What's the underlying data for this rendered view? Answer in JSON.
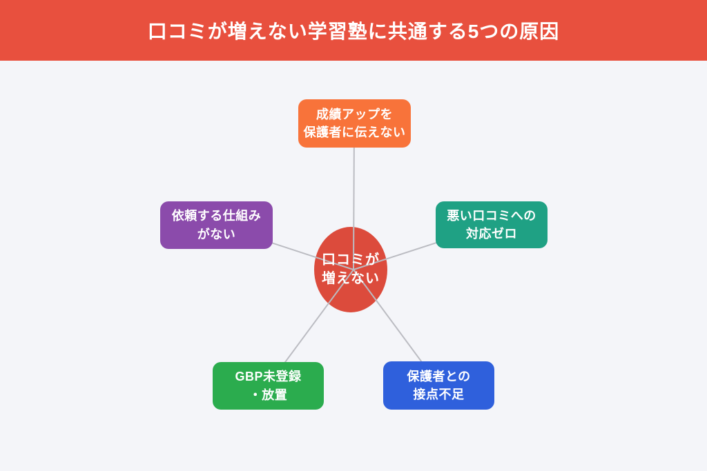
{
  "header": {
    "title": "口コミが増えない学習塾に共通する5つの原因",
    "bg_color": "#e8503e",
    "text_color": "#ffffff"
  },
  "diagram": {
    "background_color": "#f4f5f9",
    "connector_color": "#bbbcc2",
    "center": {
      "label": "口コミが\n増えない",
      "color": "#dc4b3c"
    },
    "nodes": [
      {
        "id": "top",
        "label": "成績アップを\n保護者に伝えない",
        "color": "#f8733a"
      },
      {
        "id": "right",
        "label": "悪い口コミへの\n対応ゼロ",
        "color": "#1fa184"
      },
      {
        "id": "bottom-right",
        "label": "保護者との\n接点不足",
        "color": "#2f60dc"
      },
      {
        "id": "bottom-left",
        "label": "GBP未登録\n・放置",
        "color": "#2bac4e"
      },
      {
        "id": "left",
        "label": "依頼する仕組み\nがない",
        "color": "#8b4bab"
      }
    ]
  }
}
